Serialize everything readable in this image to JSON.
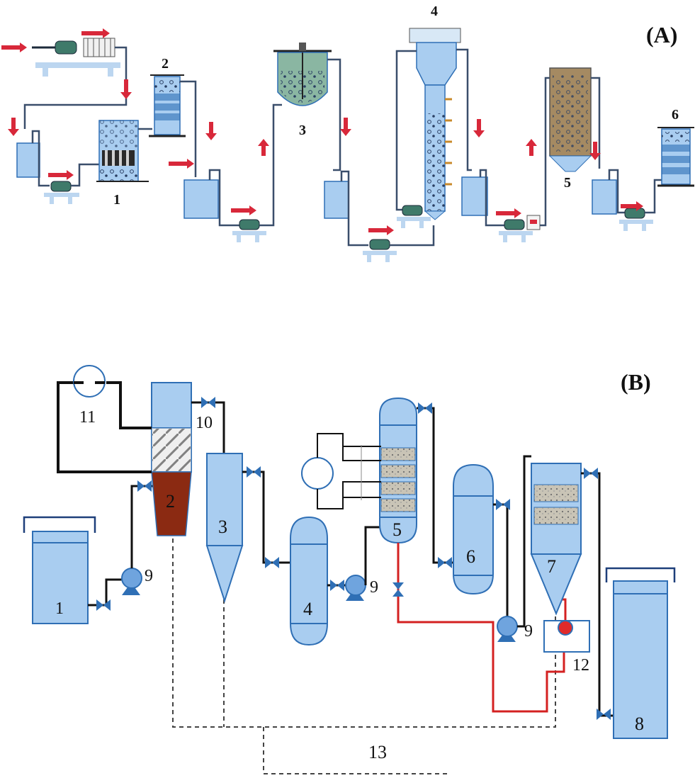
{
  "panels": [
    {
      "id": "A",
      "label": "(A)"
    },
    {
      "id": "B",
      "label": "(B)"
    }
  ],
  "panel_a": {
    "unit_labels": [
      "1",
      "2",
      "3",
      "4",
      "5",
      "6"
    ]
  },
  "panel_b": {
    "unit_labels": [
      "1",
      "2",
      "3",
      "4",
      "5",
      "6",
      "7",
      "8",
      "9",
      "9",
      "9",
      "10",
      "11",
      "12",
      "13"
    ]
  },
  "colors": {
    "tank_fill": "#a9cdf0",
    "tank_stroke": "#2f6fb5",
    "pipe": "#141414",
    "hot_pipe": "#d42121",
    "arrow": "#d8283a",
    "sludge": "#8b2a12",
    "media": "#c9c4b6"
  }
}
